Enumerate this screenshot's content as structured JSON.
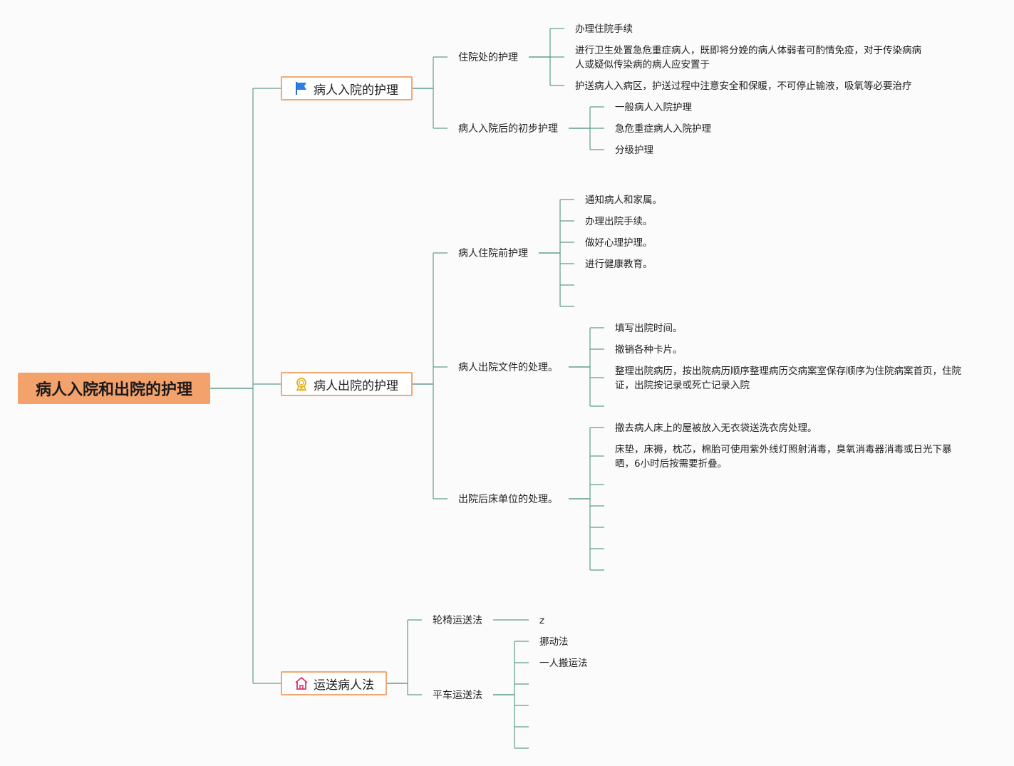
{
  "root": {
    "label": "病人入院和出院的护理"
  },
  "branch_admission": {
    "label": "病人入院的护理",
    "icon": "flag-icon",
    "ward_care": {
      "label": "住院处的护理",
      "items": [
        "办理住院手续",
        "进行卫生处置急危重症病人，既即将分娩的病人体弱者可酌情免疫，对于传染病病人或疑似传染病的病人应安置于",
        "护送病人入病区，护送过程中注意安全和保暖，不可停止输液，吸氧等必要治疗"
      ]
    },
    "initial_care": {
      "label": "病人入院后的初步护理",
      "items": [
        "一般病人入院护理",
        "急危重症病人入院护理",
        "分级护理"
      ]
    }
  },
  "branch_discharge": {
    "label": "病人出院的护理",
    "icon": "award-icon",
    "pre_discharge": {
      "label": "病人住院前护理",
      "items": [
        "通知病人和家属。",
        "办理出院手续。",
        "做好心理护理。",
        "进行健康教育。"
      ]
    },
    "documents": {
      "label": "病人出院文件的处理。",
      "items": [
        "填写出院时间。",
        "撤销各种卡片。",
        "整理出院病历，按出院病历顺序整理病历交病案室保存顺序为住院病案首页，住院证，出院按记录或死亡记录入院"
      ]
    },
    "bed_unit": {
      "label": "出院后床单位的处理。",
      "items": [
        "撤去病人床上的屋被放入无衣袋送洗衣房处理。",
        "床垫，床褥，枕芯，棉胎可使用紫外线灯照射消毒，臭氧消毒器消毒或日光下暴晒，6小时后按需要折叠。"
      ]
    }
  },
  "branch_transport": {
    "label": "运送病人法",
    "icon": "home-icon",
    "wheelchair": {
      "label": "轮椅运送法",
      "items": [
        "z"
      ]
    },
    "stretcher": {
      "label": "平车运送法",
      "items": [
        "挪动法",
        "一人搬运法"
      ]
    }
  },
  "colors": {
    "root_fill": "#f4a26c",
    "main_border": "#f0a874",
    "line": "#5f9e8c",
    "background": "#fbfbfb"
  }
}
